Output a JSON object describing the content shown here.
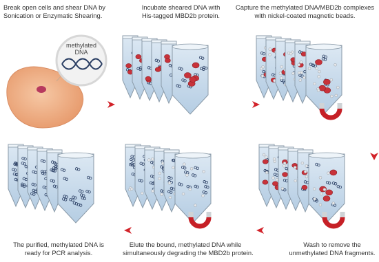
{
  "steps": [
    {
      "line1": "Break open cells and shear DNA by",
      "line2": "Sonication or Enzymatic Shearing."
    },
    {
      "line1": "Incubate sheared DNA with",
      "line2": "His-tagged MBD2b protein."
    },
    {
      "line1": "Capture the methylated DNA/MBD2b complexes",
      "line2": "with nickel-coated magnetic beads."
    },
    {
      "line1": "Wash to remove the",
      "line2": "unmethylated DNA fragments."
    },
    {
      "line1": "Elute the bound, methylated DNA while",
      "line2": "simultaneously degrading the MBD2b protein."
    },
    {
      "line1": "The purified, methylated DNA is",
      "line2": "ready for PCR analysis."
    }
  ],
  "callout": {
    "line1": "methylated",
    "line2": "DNA"
  },
  "colors": {
    "tube_fill": "#c9dbec",
    "tube_outline": "#8a9aa8",
    "protein": "#c8323a",
    "bead": "#e5e7ea",
    "arrow": "#d2232a",
    "cell": "#f1b288",
    "nucleus": "#b73a5e",
    "dna": "#2a3e63",
    "magnet": "#c62026"
  }
}
